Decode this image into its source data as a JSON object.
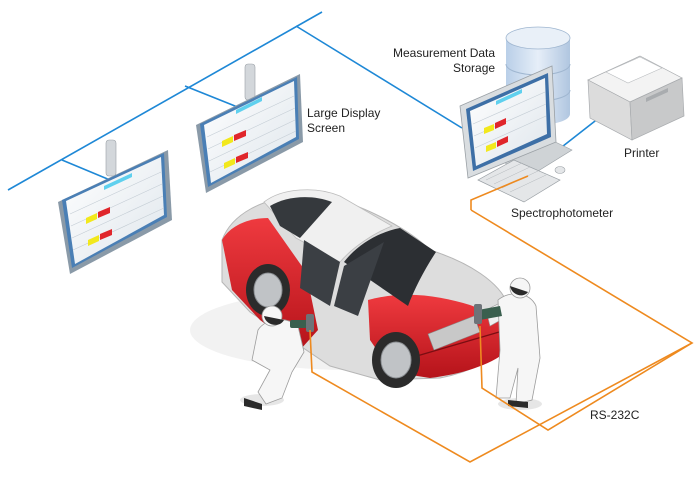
{
  "labels": {
    "measurement_data_storage": [
      "Measurement Data",
      "Storage"
    ],
    "large_display_screen": [
      "Large Display",
      "Screen"
    ],
    "printer": "Printer",
    "spectrophotometer": "Spectrophotometer",
    "rs232c": "RS-232C"
  },
  "colors": {
    "network_line": "#1e88d6",
    "serial_line": "#ee8a1f",
    "car_red": "#dd1c24",
    "car_white": "#eeeeee",
    "screen_header": "#5fd0ee",
    "status_yellow": "#f2e81c",
    "status_red": "#e0262b",
    "storage_blue": "#cfdeef"
  }
}
